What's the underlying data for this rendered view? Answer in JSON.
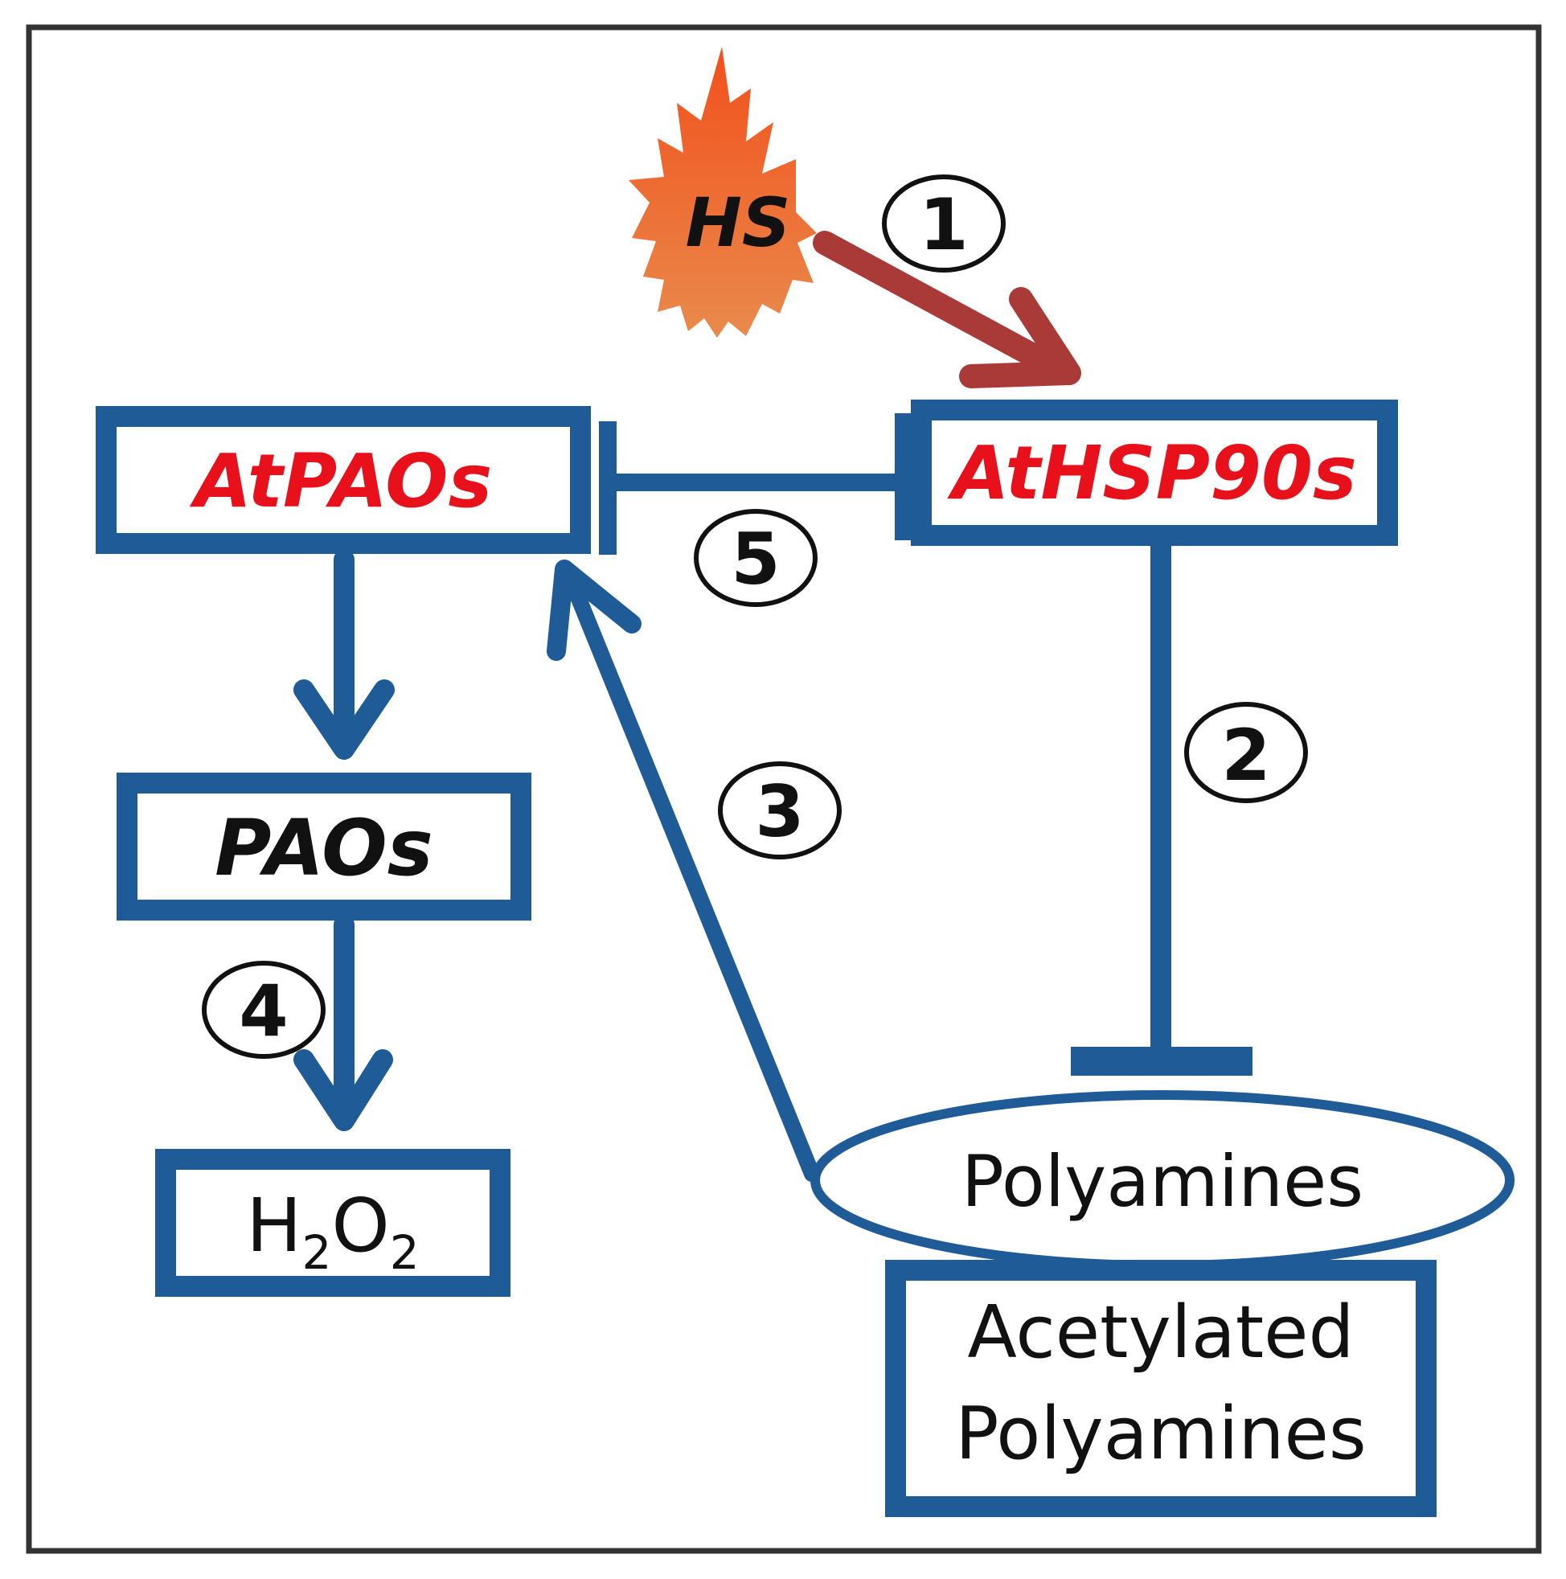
{
  "nodes": {
    "hs": {
      "label": "HS"
    },
    "atpaos": {
      "label": "AtPAOs"
    },
    "athsp90s": {
      "label": "AtHSP90s"
    },
    "paos": {
      "label": "PAOs"
    },
    "h2o2": {
      "h": "H",
      "sub1": "2",
      "o": "O",
      "sub2": "2"
    },
    "polyamines": {
      "label": "Polyamines"
    },
    "acetylated": {
      "line1": "Acetylated",
      "line2": "Polyamines"
    }
  },
  "steps": [
    "1",
    "2",
    "3",
    "4",
    "5"
  ],
  "colors": {
    "box_stroke": "#1f5b97",
    "gene_text": "#e8101a",
    "heat_arrow": "#a93a38",
    "flame_top": "#f2501c",
    "flame_bottom": "#e98a4c",
    "text": "#111111"
  },
  "icons": {
    "heat": "flame-icon"
  }
}
